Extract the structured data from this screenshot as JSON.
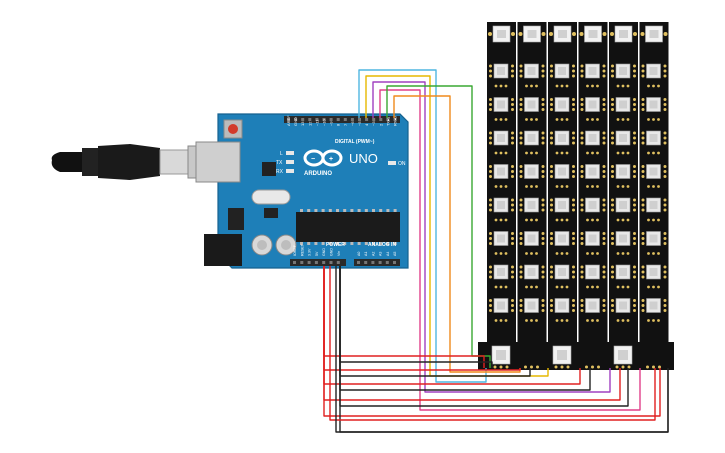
{
  "board": {
    "brand_text": "ARDUINO",
    "model_text": "UNO",
    "digital_header_label": "DIGITAL (PWM~)",
    "power_header_label": "POWER",
    "analog_header_label": "ANALOG IN",
    "tx_label": "TX",
    "rx_label": "RX",
    "on_label": "ON",
    "l_label": "L",
    "digital_pin_labels": [
      "AREF",
      "GND",
      "13",
      "12",
      "~11",
      "~10",
      "~9",
      "8",
      "7",
      "~6",
      "~5",
      "4",
      "~3",
      "2",
      "TX▸1",
      "RX◂0"
    ],
    "power_pin_labels": [
      "IOREF",
      "RESET",
      "3.3V",
      "5V",
      "GND",
      "GND",
      "Vin"
    ],
    "analog_pin_labels": [
      "A0",
      "A1",
      "A2",
      "A3",
      "A4",
      "A5"
    ]
  },
  "led_strips": {
    "strip_count": 6,
    "leds_per_strip": 8
  },
  "colors": {
    "board_blue": "#1e7fb8",
    "strip_black": "#111111",
    "wire_red": "#e02020",
    "wire_black": "#222222",
    "wire_cyan": "#4fb6e0",
    "wire_yellow": "#e6b800",
    "wire_purple": "#a040c0",
    "wire_pink": "#e0408a",
    "wire_green": "#3aa832",
    "wire_orange": "#f08a1c"
  }
}
